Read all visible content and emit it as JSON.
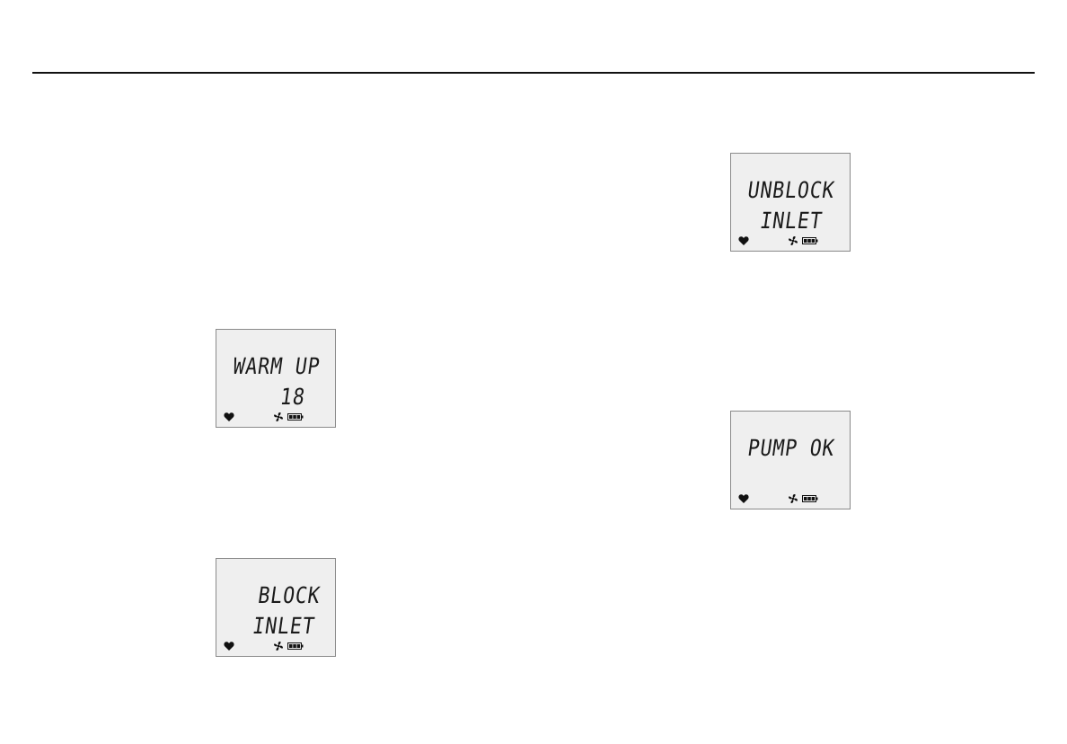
{
  "displays": [
    {
      "id": "warm-up",
      "line1": "WARM UP",
      "line2": "18",
      "icons": [
        "heart-icon",
        "fan-icon",
        "battery-icon"
      ]
    },
    {
      "id": "block-inlet",
      "line1": "BLOCK",
      "line2": "INLET",
      "icons": [
        "heart-icon",
        "fan-icon",
        "battery-icon"
      ]
    },
    {
      "id": "unblock-inlet",
      "line1": "UNBLOCK",
      "line2": "INLET",
      "icons": [
        "heart-icon",
        "fan-icon",
        "battery-icon"
      ]
    },
    {
      "id": "pump-ok",
      "line1": "PUMP OK",
      "line2": "",
      "icons": [
        "heart-icon",
        "fan-icon",
        "battery-icon"
      ]
    }
  ],
  "colors": {
    "lcd_background": "#efefef",
    "lcd_text": "#1a1a1a",
    "rule": "#111111"
  }
}
